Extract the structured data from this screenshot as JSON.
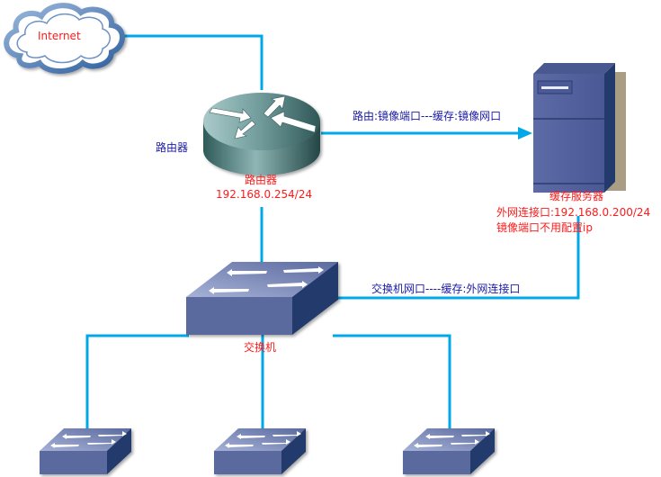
{
  "diagram": {
    "title": "Network topology with cache server",
    "colors": {
      "link": "#00a8e8",
      "device": "#5a6a9e",
      "device_dark": "#233a6c",
      "router": "#3d6b6b",
      "label_blue": "#1a1aa6",
      "label_red": "#ff1a1a"
    },
    "nodes": {
      "internet": {
        "label": "Internet",
        "icon": "cloud-icon"
      },
      "router": {
        "side_label": "路由器",
        "name": "路由器",
        "ip": "192.168.0.254/24",
        "icon": "router-icon"
      },
      "cache_server": {
        "name": "缓存服务器",
        "ip_line": "外网连接口:192.168.0.200/24",
        "note": "镜像端口不用配置ip",
        "icon": "server-icon"
      },
      "core_switch": {
        "name": "交换机",
        "icon": "switch-icon"
      },
      "access_switches": [
        {
          "icon": "switch-icon"
        },
        {
          "icon": "switch-icon"
        },
        {
          "icon": "switch-icon"
        }
      ]
    },
    "links": [
      {
        "from": "internet",
        "to": "router",
        "label": ""
      },
      {
        "from": "router",
        "to": "cache_server",
        "label": "路由:镜像端口---缓存:镜像网口",
        "arrow": true
      },
      {
        "from": "router",
        "to": "core_switch",
        "label": ""
      },
      {
        "from": "core_switch",
        "to": "cache_server",
        "label": "交换机网口----缓存:外网连接口"
      },
      {
        "from": "core_switch",
        "to": "access_switch_1",
        "label": ""
      },
      {
        "from": "core_switch",
        "to": "access_switch_2",
        "label": ""
      },
      {
        "from": "core_switch",
        "to": "access_switch_3",
        "label": ""
      }
    ]
  }
}
